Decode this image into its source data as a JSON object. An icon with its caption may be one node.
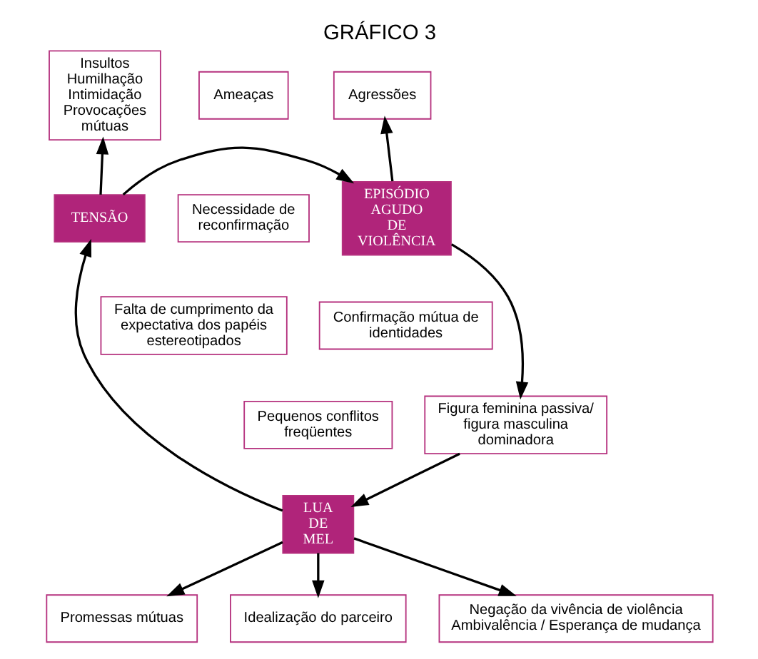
{
  "diagram": {
    "title": "GRÁFICO 3",
    "nodes": [
      {
        "text": [
          "Insultos Humilhação Intimidação Provocações mútuas"
        ]
      },
      {
        "text": [
          "Ameaças"
        ]
      },
      {
        "text": [
          "Agressões"
        ]
      },
      {
        "text": [
          "TENSÃO"
        ]
      },
      {
        "text": [
          "Necessidade de reconfirmação"
        ]
      },
      {
        "text": [
          "EPISÓDIO AGUDO DE VIOLÊNCIA"
        ]
      },
      {
        "text": [
          "Falta de cumprimento da expectativa dos papéis estereotipados"
        ]
      },
      {
        "text": [
          "Confirmação mútua de identidades"
        ]
      },
      {
        "text": [
          "Figura feminina passiva/ figura masculina dominadora"
        ]
      },
      {
        "text": [
          "Pequenos conflitos freqüentes"
        ]
      },
      {
        "text": [
          "LUA DE MEL"
        ]
      },
      {
        "text": [
          "Promessas mútuas"
        ]
      },
      {
        "text": [
          "Idealização do parceiro"
        ]
      },
      {
        "text": [
          "Negação da vivência de violência Ambivalência / Esperança de mudança"
        ]
      }
    ],
    "edges": [
      {
        "from": 3,
        "to": 0,
        "arrow": "to"
      },
      {
        "from": 3,
        "to": 5,
        "arrow": "to"
      },
      {
        "from": 5,
        "to": 2,
        "arrow": "to"
      },
      {
        "from": 5,
        "to": 8,
        "arrow": "to"
      },
      {
        "from": 8,
        "to": 10,
        "arrow": "to"
      },
      {
        "from": 10,
        "to": 3,
        "arrow": "to"
      },
      {
        "from": 10,
        "to": 11,
        "arrow": "to"
      },
      {
        "from": 10,
        "to": 12,
        "arrow": "to"
      },
      {
        "from": 10,
        "to": 13,
        "arrow": "to"
      }
    ]
  }
}
